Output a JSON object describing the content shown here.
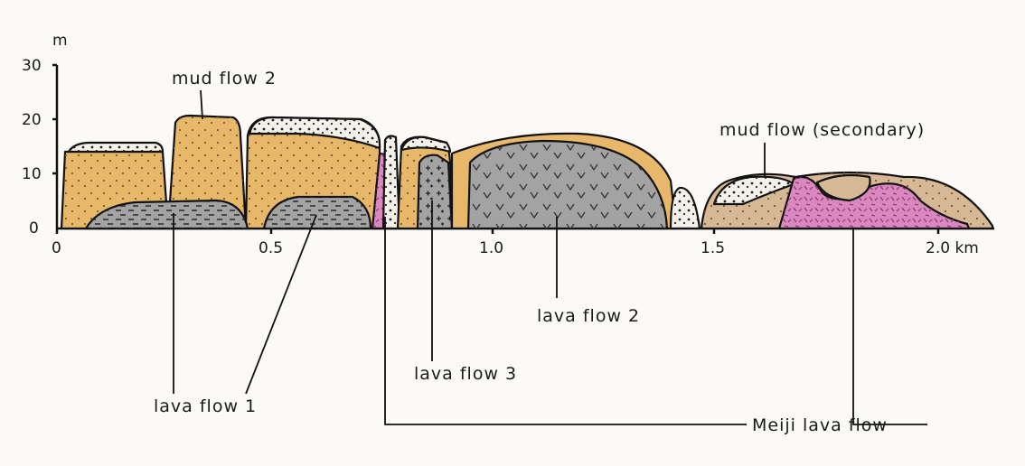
{
  "axis": {
    "y_unit": "m",
    "y_ticks": [
      "30",
      "20",
      "10",
      "0"
    ],
    "x_ticks": [
      "0",
      "0.5",
      "1.0",
      "1.5",
      "2.0 km"
    ]
  },
  "labels": {
    "mud_flow_2": "mud flow 2",
    "mud_flow_secondary": "mud flow (secondary)",
    "lava_flow_1": "lava flow 1",
    "lava_flow_2": "lava flow 2",
    "lava_flow_3": "lava flow 3",
    "meiji_lava_flow": "Meiji lava flow"
  },
  "colors": {
    "mud_flow_2": "#e8b86a",
    "lava_flow": "#a3a3a3",
    "meiji_lava_flow": "#d989c0",
    "secondary_mud_flow": "#d6b896",
    "speckled_cap": "#f4f1ea"
  }
}
